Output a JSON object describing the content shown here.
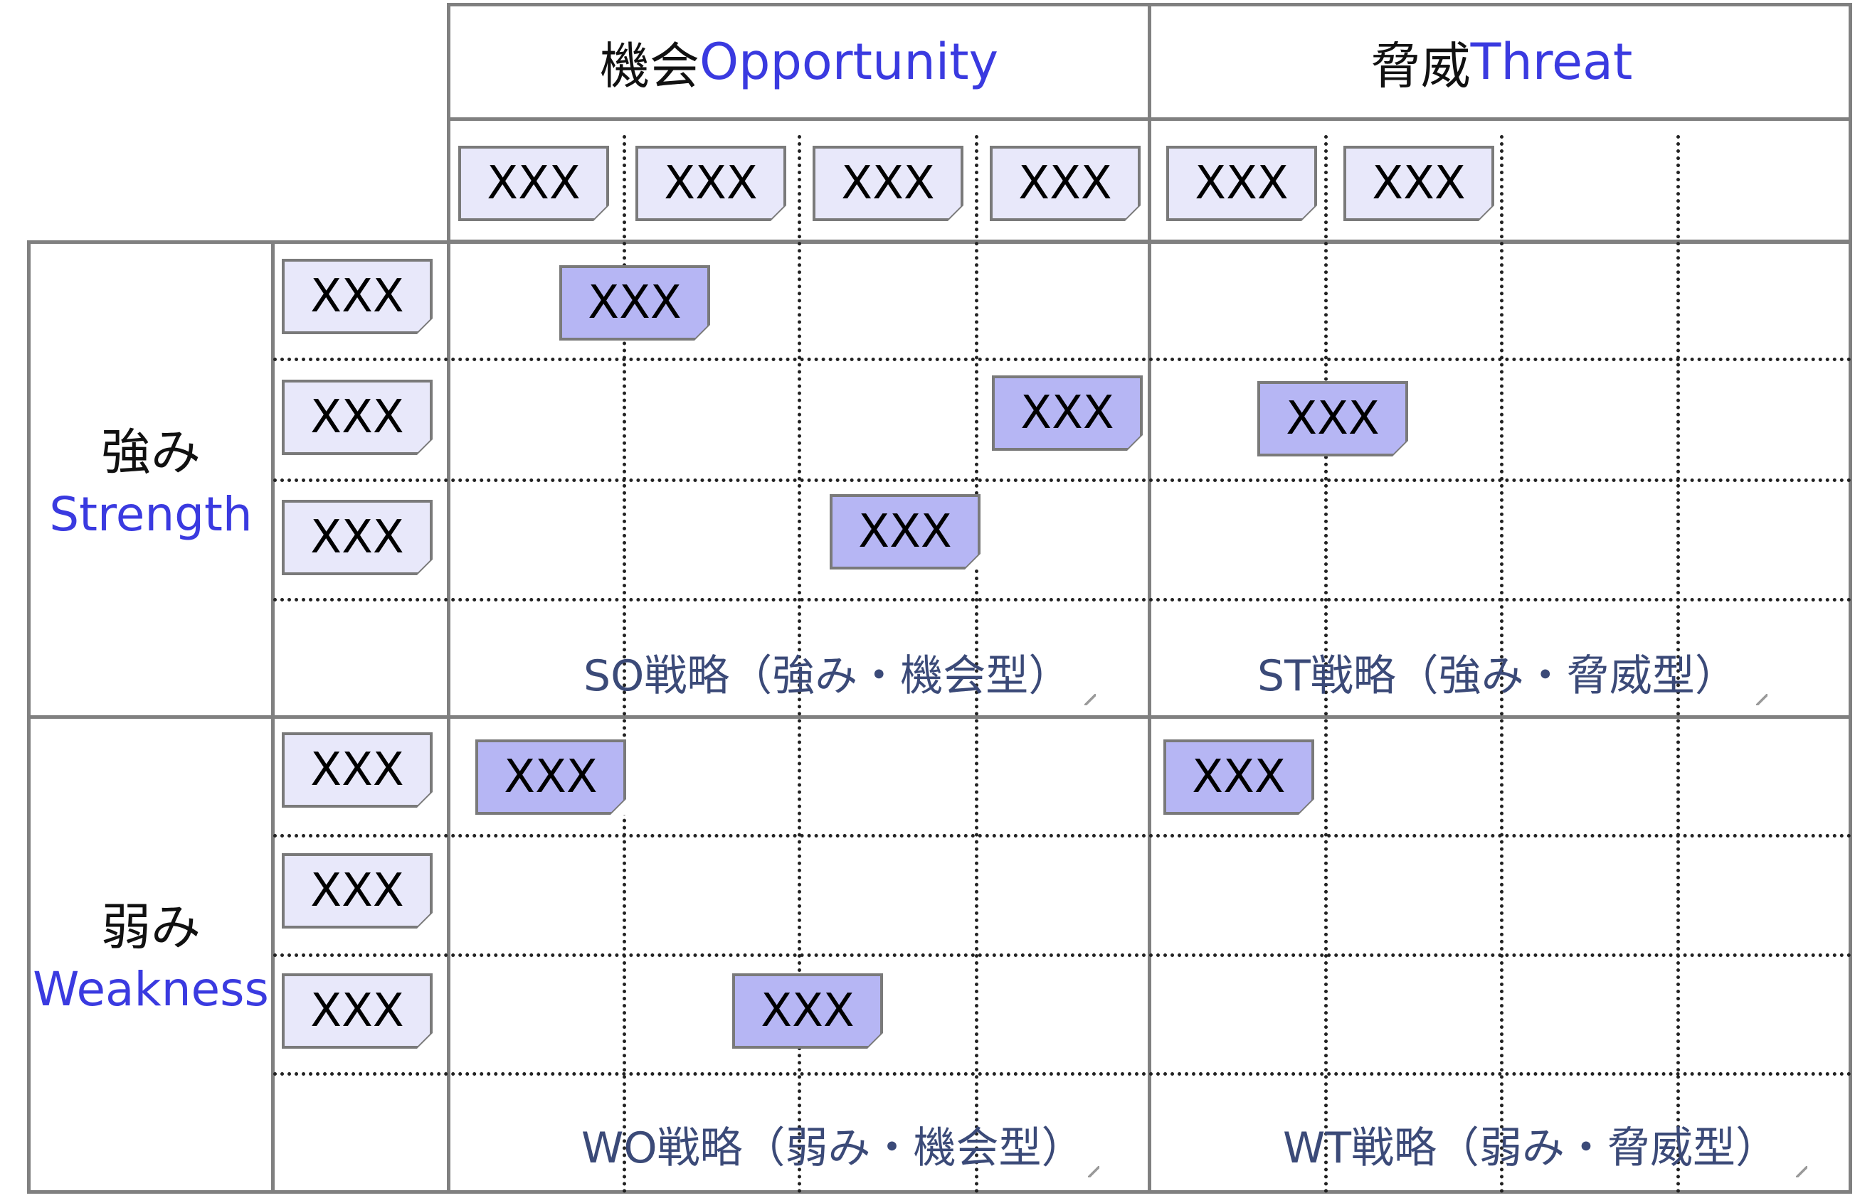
{
  "header": {
    "opportunity": {
      "jp": "機会",
      "en": "Opportunity"
    },
    "threat": {
      "jp": "脅威",
      "en": "Threat"
    }
  },
  "rows": {
    "strength": {
      "jp": "強み",
      "en": "Strength"
    },
    "weakness": {
      "jp": "弱み",
      "en": "Weakness"
    }
  },
  "note_label": "XXX",
  "column_notes": [
    "XXX",
    "XXX",
    "XXX",
    "XXX",
    "XXX",
    "XXX"
  ],
  "row_notes": [
    "XXX",
    "XXX",
    "XXX",
    "XXX",
    "XXX",
    "XXX"
  ],
  "placed_notes": [
    "XXX",
    "XXX",
    "XXX",
    "XXX",
    "XXX",
    "XXX",
    "XXX"
  ],
  "quadrants": {
    "so": "SO戦略（強み・機会型）",
    "st": "ST戦略（強み・脅威型）",
    "wo": "WO戦略（弱み・機会型）",
    "wt": "WT戦略（弱み・脅威型）"
  },
  "colors": {
    "note_pale": "#e8e8fa",
    "note_marked": "#b6b6f4",
    "label_blue": "#3a3ae0",
    "strategy_text": "#3b4a78"
  }
}
